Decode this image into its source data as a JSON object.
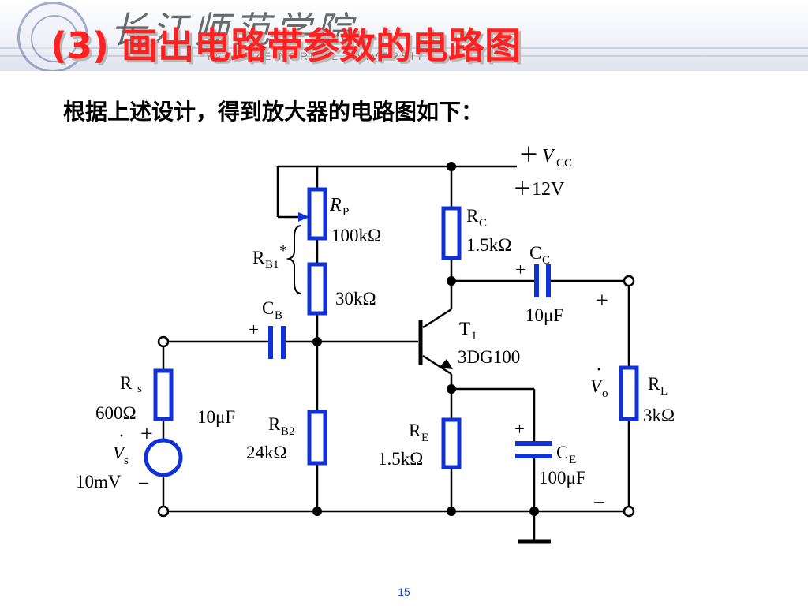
{
  "slide": {
    "title": "(3) 画出电路带参数的电路图",
    "header_calligraphy": "长江师范学院",
    "header_motto": "YANGTZE NORMAL UNIVERSITY",
    "body_text": "根据上述设计，得到放大器的电路图如下：",
    "page_number": "15"
  },
  "circuit": {
    "supply": {
      "label_plus": "＋",
      "label_v": "V",
      "label_sub": "CC",
      "value": "＋12V"
    },
    "rp": {
      "letter": "R",
      "sub": "P",
      "value": "100kΩ"
    },
    "rb1": {
      "letter": "R",
      "sub": "B1",
      "mark": "*",
      "value": "30kΩ"
    },
    "rc": {
      "letter": "R",
      "sub": "C",
      "value": "1.5kΩ"
    },
    "cc": {
      "letter": "C",
      "sub": "C",
      "plus": "+",
      "value": "10μF"
    },
    "cb": {
      "letter": "C",
      "sub": "B",
      "plus": "+",
      "value": "10μF"
    },
    "transistor": {
      "letter": "T",
      "sub": "1",
      "model": "3DG100"
    },
    "rs": {
      "letter": "R",
      "sub": "s",
      "value": "600Ω"
    },
    "vs": {
      "letter": "V",
      "sub": "s",
      "value": "10mV",
      "plus": "+",
      "minus": "–"
    },
    "rb2": {
      "letter": "R",
      "sub": "B2",
      "value": "24kΩ"
    },
    "re": {
      "letter": "R",
      "sub": "E",
      "value": "1.5kΩ"
    },
    "ce": {
      "letter": "C",
      "sub": "E",
      "plus": "+",
      "value": "100μF"
    },
    "rl": {
      "letter": "R",
      "sub": "L",
      "value": "3kΩ"
    },
    "vo": {
      "letter": "V",
      "sub": "o",
      "plus": "+",
      "minus": "–"
    }
  },
  "colors": {
    "title": "#ff2020",
    "component": "#1030d8",
    "wire": "#000000",
    "page_number": "#1a3fd0"
  }
}
